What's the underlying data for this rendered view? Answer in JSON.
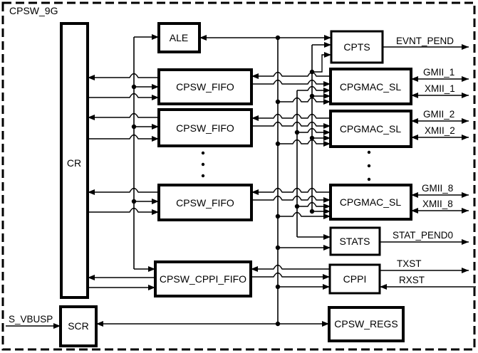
{
  "diagram": {
    "title": "CPSW_9G",
    "blocks": {
      "cr": "CR",
      "ale": "ALE",
      "cpts": "CPTS",
      "fifo1": "CPSW_FIFO",
      "fifo2": "CPSW_FIFO",
      "fifo3": "CPSW_FIFO",
      "mac1": "CPGMAC_SL",
      "mac2": "CPGMAC_SL",
      "mac8": "CPGMAC_SL",
      "stats": "STATS",
      "cppi_fifo": "CPSW_CPPI_FIFO",
      "cppi": "CPPI",
      "scr": "SCR",
      "regs": "CPSW_REGS"
    },
    "signals": {
      "evnt_pend": "EVNT_PEND",
      "gmii1": "GMII_1",
      "xmii1": "XMII_1",
      "gmii2": "GMII_2",
      "xmii2": "XMII_2",
      "gmii8": "GMII_8",
      "xmii8": "XMII_8",
      "stat_pend0": "STAT_PEND0",
      "txst": "TXST",
      "rxst": "RXST",
      "s_vbusp": "S_VBUSP"
    },
    "colors": {
      "line": "#000000",
      "background": "#ffffff"
    }
  }
}
